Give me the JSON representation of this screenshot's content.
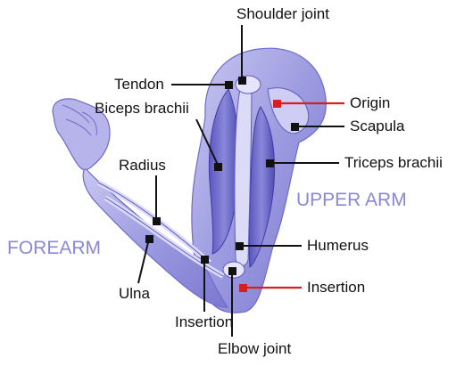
{
  "labels": {
    "shoulder_joint": "Shoulder joint",
    "tendon": "Tendon",
    "origin": "Origin",
    "biceps_brachii": "Biceps brachii",
    "scapula": "Scapula",
    "radius": "Radius",
    "triceps_brachii": "Triceps brachii",
    "upper_arm": "UPPER ARM",
    "forearm": "FOREARM",
    "humerus": "Humerus",
    "insertion_elbow": "Insertion",
    "ulna": "Ulna",
    "insertion_forearm": "Insertion",
    "elbow_joint": "Elbow joint"
  },
  "colors": {
    "arm_fill": "#a8a6e4",
    "arm_dark": "#5f5cc0",
    "arm_light": "#d6d5f5",
    "leader_black": "#111111",
    "leader_red": "#d42020",
    "region_text": "#8a88d6"
  }
}
